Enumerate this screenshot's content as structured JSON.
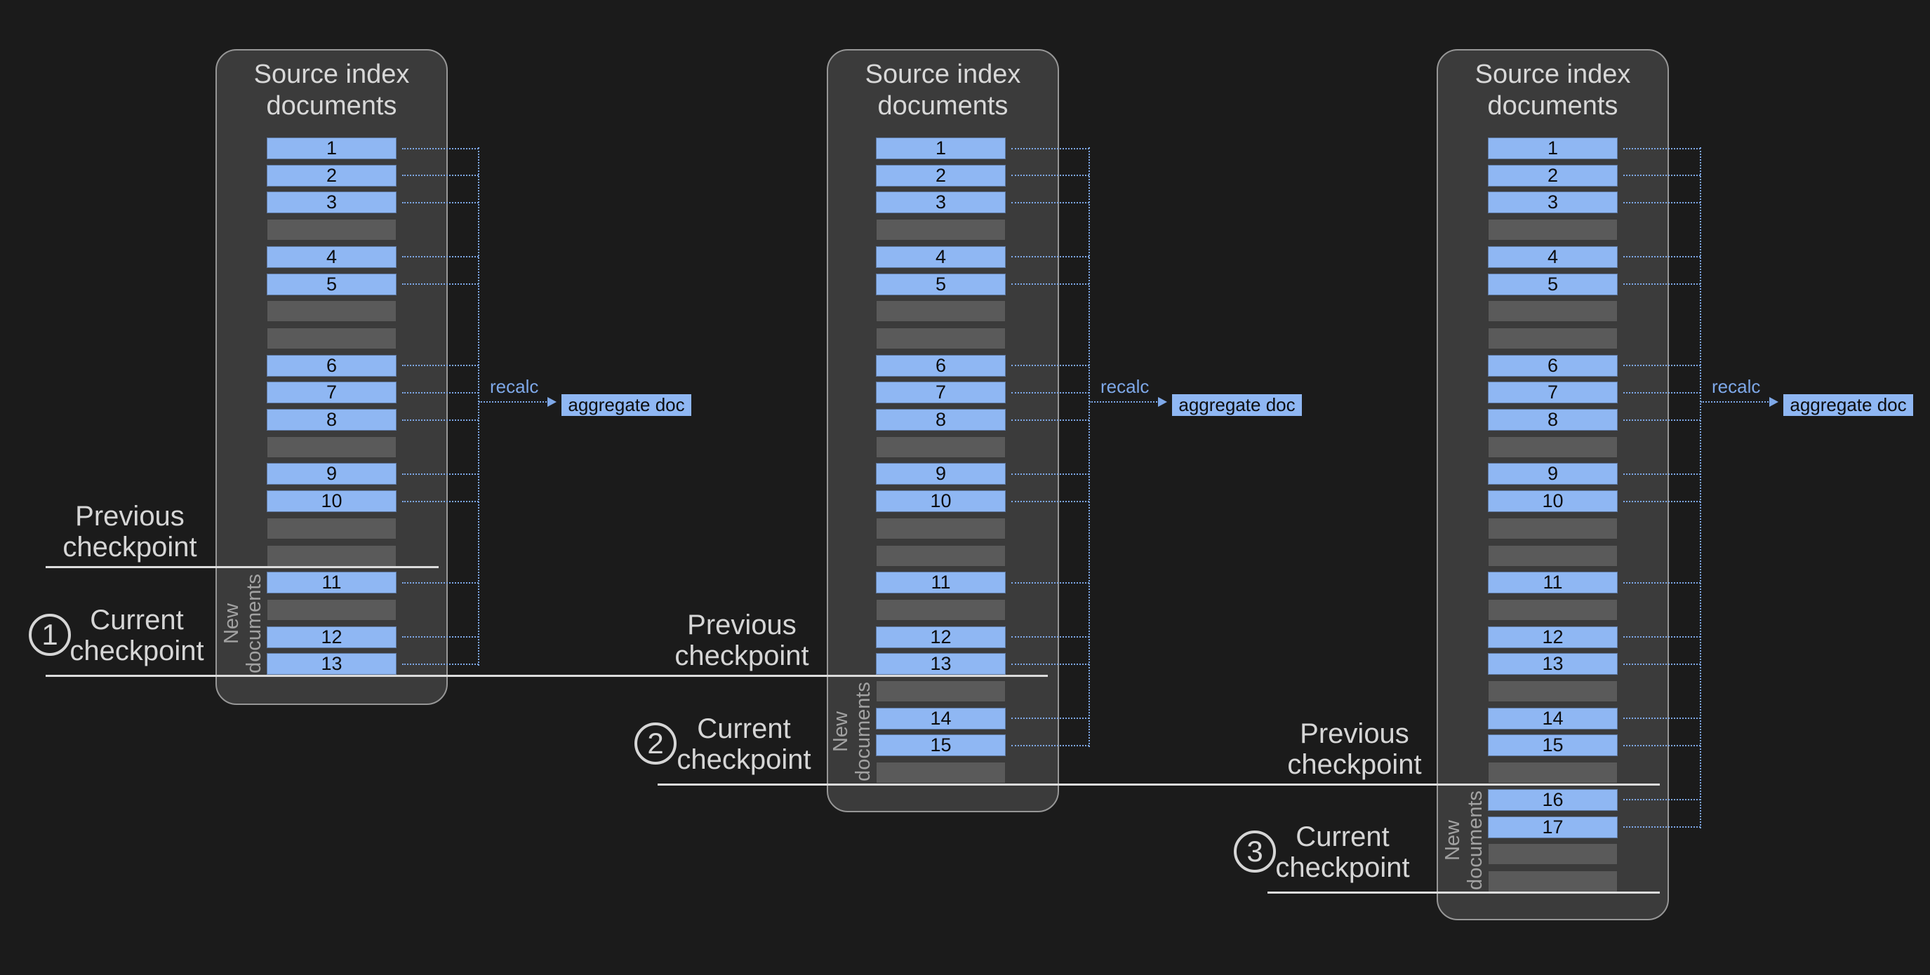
{
  "figure": {
    "panels": [
      {
        "title_lines": [
          "Source index",
          "documents"
        ],
        "slots": [
          "1",
          "2",
          "3",
          null,
          "4",
          "5",
          null,
          null,
          "6",
          "7",
          "8",
          null,
          "9",
          "10",
          null,
          null,
          "11",
          null,
          "12",
          "13"
        ],
        "new_documents_lines": [
          "New",
          "documents"
        ],
        "recalc_label": "recalc",
        "aggregate_label": "aggregate doc"
      },
      {
        "title_lines": [
          "Source index",
          "documents"
        ],
        "slots": [
          "1",
          "2",
          "3",
          null,
          "4",
          "5",
          null,
          null,
          "6",
          "7",
          "8",
          null,
          "9",
          "10",
          null,
          null,
          "11",
          null,
          "12",
          "13",
          null,
          "14",
          "15",
          null
        ],
        "new_documents_lines": [
          "New",
          "documents"
        ],
        "recalc_label": "recalc",
        "aggregate_label": "aggregate doc"
      },
      {
        "title_lines": [
          "Source index",
          "documents"
        ],
        "slots": [
          "1",
          "2",
          "3",
          null,
          "4",
          "5",
          null,
          null,
          "6",
          "7",
          "8",
          null,
          "9",
          "10",
          null,
          null,
          "11",
          null,
          "12",
          "13",
          null,
          "14",
          "15",
          null,
          "16",
          "17",
          null,
          null
        ],
        "new_documents_lines": [
          "New",
          "documents"
        ],
        "recalc_label": "recalc",
        "aggregate_label": "aggregate doc"
      }
    ],
    "checkpoints": [
      {
        "badge": "1",
        "previous_lines": [
          "Previous",
          "checkpoint"
        ],
        "current_lines": [
          "Current",
          "checkpoint"
        ]
      },
      {
        "badge": "2",
        "previous_lines": [
          "Previous",
          "checkpoint"
        ],
        "current_lines": [
          "Current",
          "checkpoint"
        ]
      },
      {
        "badge": "3",
        "previous_lines": [
          "Previous",
          "checkpoint"
        ],
        "current_lines": [
          "Current",
          "checkpoint"
        ]
      }
    ],
    "colors": {
      "background": "#1b1b1b",
      "panel_fill": "#3b3b3b",
      "panel_border": "#979797",
      "doc_row": "#8fb7f3",
      "gray_row": "#5a5a5a",
      "row_text": "#0c0c0d",
      "dotted": "#7ea8e8",
      "checkpoint_line": "#dcdcdc",
      "label_text": "#d6d6d6",
      "title_text": "#d8d8d8",
      "newdocs_text": "#a2a2a2"
    }
  }
}
